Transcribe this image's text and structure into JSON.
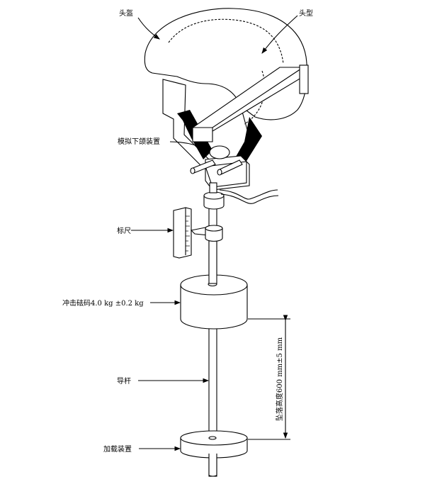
{
  "labels": {
    "helmet": "头盔",
    "headform": "头型",
    "chin_device": "模拟下颌装置",
    "scale": "标尺",
    "impact_weight": "冲击砝码4.0 kg ±0.2 kg",
    "guide_rod": "导杆",
    "loading_device": "加载装置",
    "drop_height": "坠落高度600 mm±5 mm"
  }
}
